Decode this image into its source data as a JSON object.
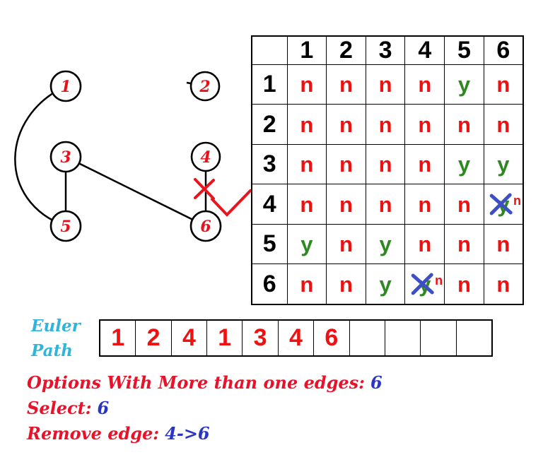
{
  "graph": {
    "nodes": [
      {
        "label": "1"
      },
      {
        "label": "2"
      },
      {
        "label": "3"
      },
      {
        "label": "4"
      },
      {
        "label": "5"
      },
      {
        "label": "6"
      }
    ]
  },
  "matrix": {
    "corner": "",
    "col_headers": [
      "1",
      "2",
      "3",
      "4",
      "5",
      "6"
    ],
    "rows": [
      {
        "header": "1",
        "cells": [
          {
            "v": "n"
          },
          {
            "v": "n"
          },
          {
            "v": "n"
          },
          {
            "v": "n"
          },
          {
            "v": "y"
          },
          {
            "v": "n"
          }
        ]
      },
      {
        "header": "2",
        "cells": [
          {
            "v": "n"
          },
          {
            "v": "n"
          },
          {
            "v": "n"
          },
          {
            "v": "n"
          },
          {
            "v": "n"
          },
          {
            "v": "n"
          }
        ]
      },
      {
        "header": "3",
        "cells": [
          {
            "v": "n"
          },
          {
            "v": "n"
          },
          {
            "v": "n"
          },
          {
            "v": "n"
          },
          {
            "v": "y"
          },
          {
            "v": "y"
          }
        ]
      },
      {
        "header": "4",
        "cells": [
          {
            "v": "n"
          },
          {
            "v": "n"
          },
          {
            "v": "n"
          },
          {
            "v": "n"
          },
          {
            "v": "n"
          },
          {
            "v": "y",
            "crossed": true,
            "new": "n"
          }
        ]
      },
      {
        "header": "5",
        "cells": [
          {
            "v": "y"
          },
          {
            "v": "n"
          },
          {
            "v": "y"
          },
          {
            "v": "n"
          },
          {
            "v": "n"
          },
          {
            "v": "n"
          }
        ]
      },
      {
        "header": "6",
        "cells": [
          {
            "v": "n"
          },
          {
            "v": "n"
          },
          {
            "v": "y"
          },
          {
            "v": "y",
            "crossed": true,
            "new": "n"
          },
          {
            "v": "n"
          },
          {
            "v": "n"
          }
        ]
      }
    ]
  },
  "euler_path": {
    "label_line1": "Euler",
    "label_line2": "Path",
    "cells": [
      "1",
      "2",
      "4",
      "1",
      "3",
      "4",
      "6",
      "",
      "",
      "",
      ""
    ]
  },
  "footer": {
    "options_label": "Options With More than one edges:",
    "options_value": "6",
    "select_label": "Select:",
    "select_value": "6",
    "remove_label": "Remove edge:",
    "remove_value": "4->6"
  },
  "colors": {
    "yes_green": "#2f8822",
    "no_red": "#ee1111",
    "cross_blue": "#3d4fc4",
    "mark_red": "#e8141e",
    "euler_label_cyan": "#2fb5da",
    "footer_red": "#e8132a",
    "footer_blue": "#2a35c4"
  }
}
